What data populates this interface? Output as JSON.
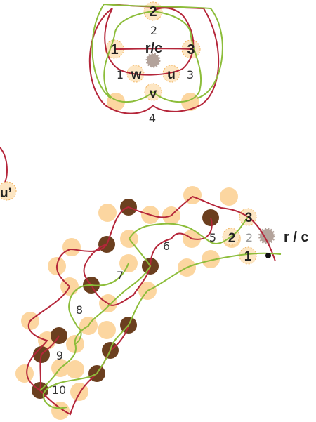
{
  "colors": {
    "red_thread": "#b5263a",
    "green_thread": "#8cbd3a",
    "bead_light": "#fcd6a0",
    "bead_dark": "#6b3f1f",
    "bead_grey": "#b3a39b",
    "bead_outline_dash": "#f2b765"
  },
  "top_diagram": {
    "node_2": "2",
    "label_2": "2",
    "node_1": "1",
    "node_rc": "r/c",
    "node_3": "3",
    "label_1": "1",
    "node_w": "w",
    "node_u": "u",
    "label_3": "3",
    "node_v": "v",
    "label_4": "4"
  },
  "side_fragment": {
    "node_u_prime": "u’"
  },
  "main_diagram": {
    "node_3": "3",
    "label_5": "5",
    "node_2": "2",
    "label_2_grey": "2",
    "node_rc": "r / c",
    "node_1": "1",
    "label_6": "6",
    "label_7": "7",
    "label_8": "8",
    "label_9": "9",
    "label_10": "10"
  }
}
